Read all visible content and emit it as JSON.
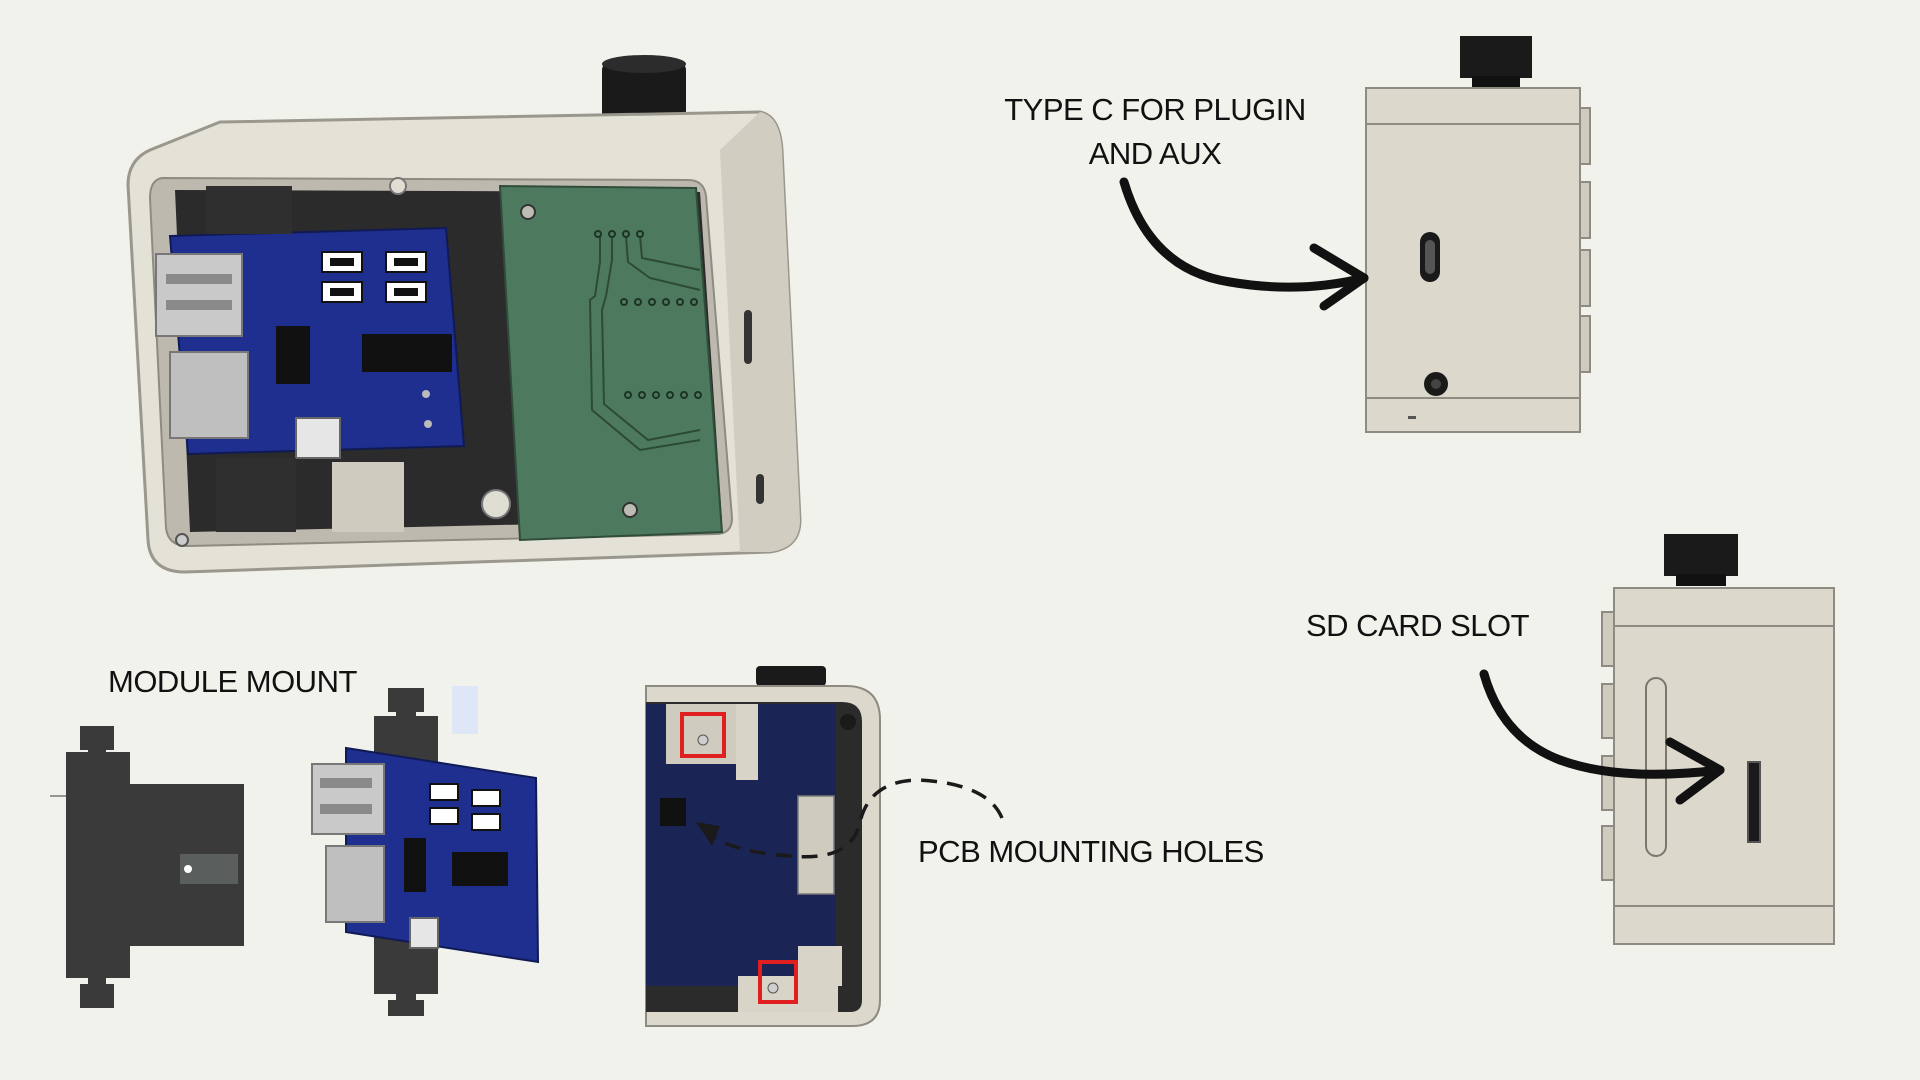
{
  "labels": {
    "type_c_line1": "TYPE C FOR PLUGIN",
    "type_c_line2": "AND AUX",
    "sd_card": "SD CARD SLOT",
    "module_mount": "MODULE MOUNT",
    "pcb_holes": "PCB MOUNTING HOLES"
  },
  "colors": {
    "background": "#f2f2ed",
    "enclosure": "#dcd8cc",
    "pcb_blue": "#1f2f8f",
    "pcb_green": "#4d7a5e",
    "mount_dark": "#3a3a3a",
    "highlight_red": "#e02020",
    "knob": "#1a1a1a"
  }
}
